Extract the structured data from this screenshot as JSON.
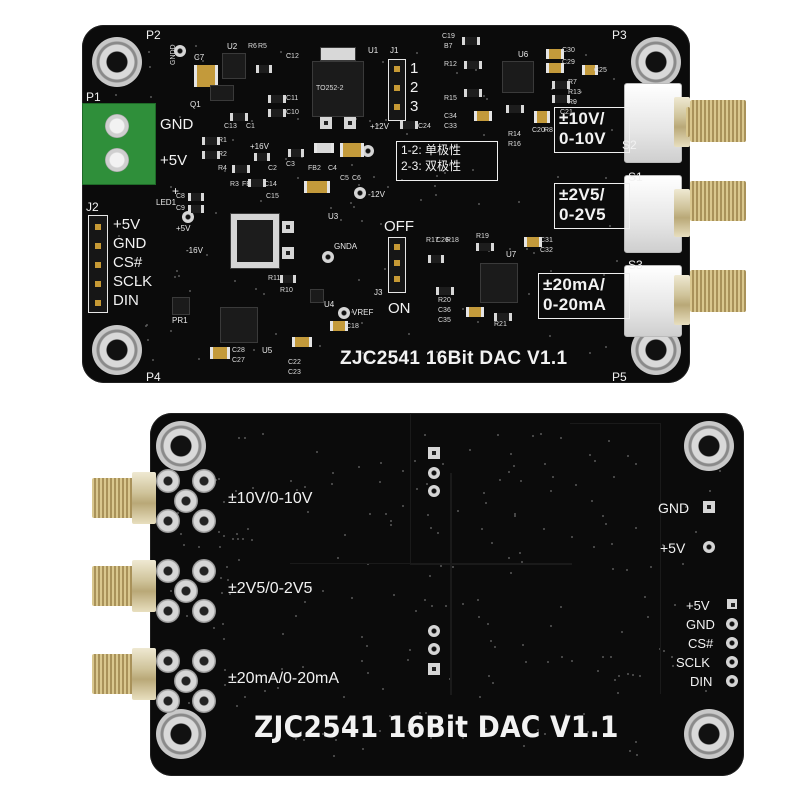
{
  "front": {
    "title": "ZJC2541 16Bit DAC V1.1",
    "mount_holes": [
      "P2",
      "P3",
      "P4",
      "P5"
    ],
    "power_terminal": {
      "ref": "P1",
      "labels": [
        "GND",
        "+5V"
      ]
    },
    "io_header": {
      "ref": "J2",
      "labels": [
        "+5V",
        "GND",
        "CS#",
        "SCLK",
        "DIN"
      ]
    },
    "outputs": [
      {
        "ref": "S2",
        "label_line1": "±10V/",
        "label_line2": "0-10V"
      },
      {
        "ref": "S1",
        "label_line1": "±2V5/",
        "label_line2": "0-2V5"
      },
      {
        "ref": "S3",
        "label_line1": "±20mA/",
        "label_line2": "0-20mA"
      }
    ],
    "jumper_j1": {
      "ref": "J1",
      "pins": [
        "1",
        "2",
        "3"
      ],
      "note_line1": "1-2: 单极性",
      "note_line2": "2-3: 双极性"
    },
    "jumper_j3": {
      "ref": "J3",
      "top": "OFF",
      "bottom": "ON"
    },
    "regulator": {
      "ref": "U1",
      "package": "TO252-2"
    },
    "net_labels": {
      "gndd": "GNDD",
      "gnda": "GNDA",
      "vref": "VREF",
      "plus12": "+12V",
      "minus12": "-12V",
      "plus16": "+16V",
      "minus16": "-16V",
      "plus5": "+5V",
      "led": "LED1",
      "plus_sign": "+"
    },
    "refdes": {
      "U2": "U2",
      "U3": "U3",
      "U4": "U4",
      "U5": "U5",
      "U6": "U6",
      "U7": "U7",
      "C7": "C7",
      "Q1": "Q1",
      "C13": "C13",
      "C1": "C1",
      "C11": "C11",
      "C10": "C10",
      "C14": "C14",
      "C15": "C15",
      "C8": "C8",
      "C9": "C9",
      "C2": "C2",
      "C3": "C3",
      "C5": "C5",
      "C6": "C6",
      "C4": "C4",
      "C24": "C24",
      "C19": "C19",
      "C20": "C20",
      "C25": "C25",
      "C29": "C29",
      "C30": "C30",
      "C21": "C21",
      "C26": "C26",
      "C31": "C31",
      "C32": "C32",
      "C34": "C34",
      "C33": "C33",
      "C36": "C36",
      "C35": "C35",
      "C18": "C18",
      "C22": "C22",
      "C23": "C23",
      "C28": "C28",
      "C27": "C27",
      "C12": "C12",
      "R1": "R1",
      "R2": "R2",
      "R3": "R3",
      "R4": "R4",
      "R5": "R5",
      "R6": "R6",
      "R7": "R7",
      "R8": "R8",
      "R9": "R9",
      "R10": "R10",
      "R11": "R11",
      "R12": "R12",
      "R13": "R13",
      "R14": "R14",
      "R15": "R15",
      "R16": "R16",
      "R17": "R17",
      "R18": "R18",
      "R19": "R19",
      "R20": "R20",
      "R21": "R21",
      "FB1": "FB1",
      "FB2": "FB2",
      "PR1": "PR1",
      "B7": "B7"
    }
  },
  "back": {
    "title": "ZJC2541 16Bit DAC V1.1",
    "outputs": [
      "±10V/0-10V",
      "±2V5/0-2V5",
      "±20mA/0-20mA"
    ],
    "power_pads": [
      "GND",
      "+5V"
    ],
    "io_pads": [
      "+5V",
      "GND",
      "CS#",
      "SCLK",
      "DIN"
    ]
  }
}
